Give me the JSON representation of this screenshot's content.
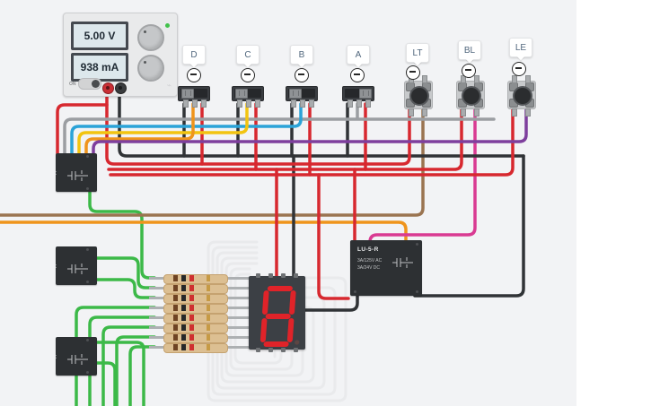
{
  "power_supply": {
    "voltage": "5.00 V",
    "current": "938 mA",
    "on_label": "ON"
  },
  "slide_switches": [
    {
      "label": "D"
    },
    {
      "label": "C"
    },
    {
      "label": "B"
    },
    {
      "label": "A"
    }
  ],
  "push_buttons": [
    {
      "label": "LT"
    },
    {
      "label": "BL"
    },
    {
      "label": "LE"
    }
  ],
  "relay": {
    "title": "LU-5-R",
    "rating_ac": "3A/125V AC",
    "rating_dc": "3A/24V DC"
  },
  "display": {
    "digit": "8"
  },
  "wire_colors": {
    "red": "#d7282f",
    "black": "#303336",
    "gray": "#9b9ea2",
    "blue": "#2ba3d8",
    "yellow": "#f2c410",
    "orange": "#ef941c",
    "purple": "#7e3f9d",
    "brown": "#9a7450",
    "magenta": "#d93a92",
    "green": "#3cb948",
    "white": "#e9eaec"
  }
}
